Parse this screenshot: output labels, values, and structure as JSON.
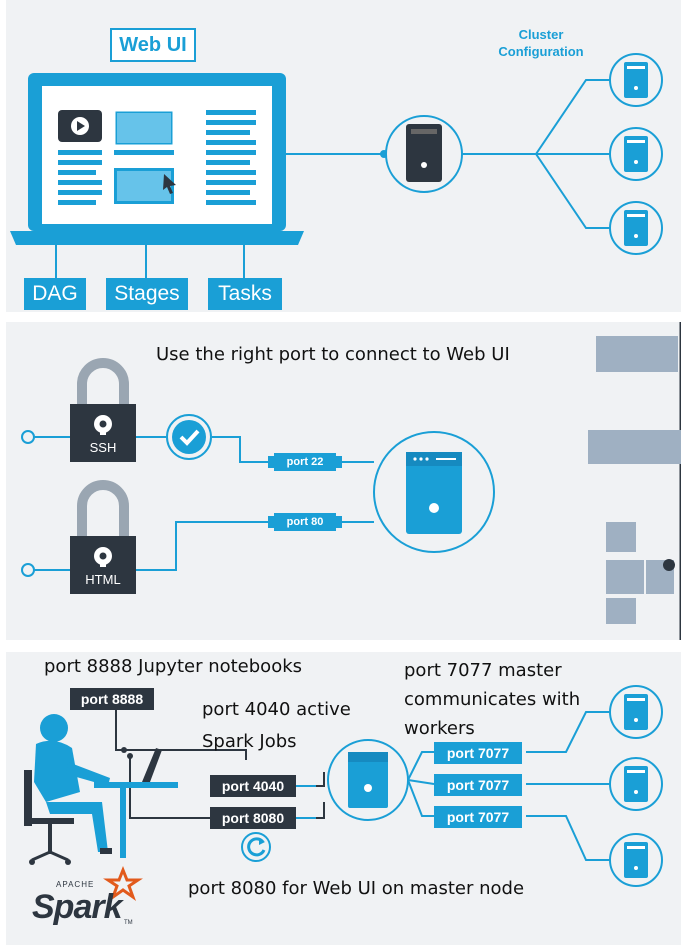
{
  "panel1": {
    "title": "Web UI",
    "cluster_label_line1": "Cluster",
    "cluster_label_line2": "Configuration",
    "tabs": [
      "DAG",
      "Stages",
      "Tasks"
    ]
  },
  "panel2": {
    "heading": "Use the right port to connect to Web UI",
    "lock1_label": "SSH",
    "lock2_label": "HTML",
    "port22": "port 22",
    "port80": "port 80"
  },
  "panel3": {
    "note_jupyter": "port 8888 Jupyter notebooks",
    "note_master_line1": "port 7077 master",
    "note_master_line2": "communicates with",
    "note_master_line3": "workers",
    "note_active_line1": "port 4040 active",
    "note_active_line2": "Spark Jobs",
    "note_webui": "port 8080 for Web UI on master node",
    "port8888": "port 8888",
    "port4040": "port 4040",
    "port8080": "port 8080",
    "port7077": [
      "port 7077",
      "port 7077",
      "port 7077"
    ],
    "logo_small": "APACHE",
    "logo_main": "Spark",
    "logo_tm": "TM"
  },
  "colors": {
    "accent": "#1a9fd6",
    "dark": "#2d3640",
    "panel_bg": "#f0f2f4",
    "spark_orange": "#e25a1c"
  }
}
